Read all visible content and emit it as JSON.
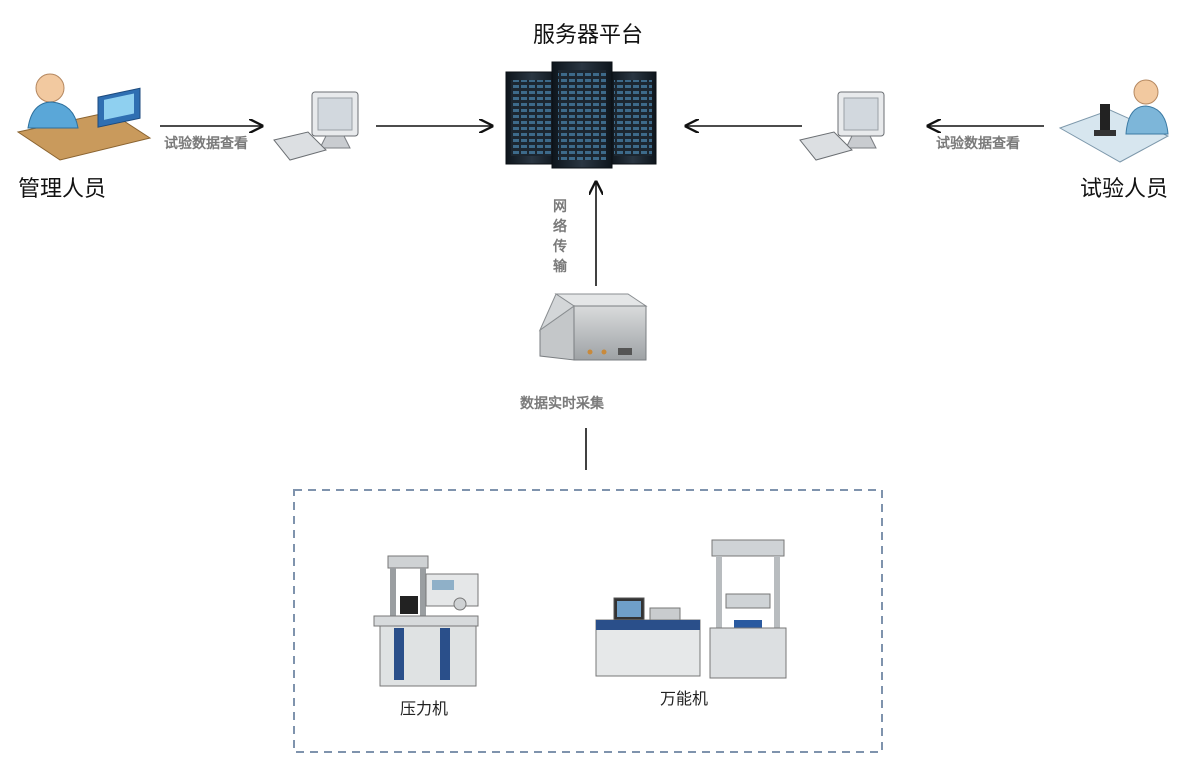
{
  "title": "服务器平台",
  "left": {
    "label": "管理人员",
    "edge_label": "试验数据查看"
  },
  "right": {
    "label": "试验人员",
    "edge_label": "试验数据查看"
  },
  "network": {
    "chars": [
      "网",
      "络",
      "传",
      "输"
    ]
  },
  "collector": {
    "label": "数据实时采集"
  },
  "equipment": [
    {
      "label": "压力机"
    },
    {
      "label": "万能机"
    }
  ],
  "colors": {
    "line": "#111111",
    "dash_border": "#7f93ad",
    "server": "#1c2630",
    "box": "#b9bdc0"
  }
}
